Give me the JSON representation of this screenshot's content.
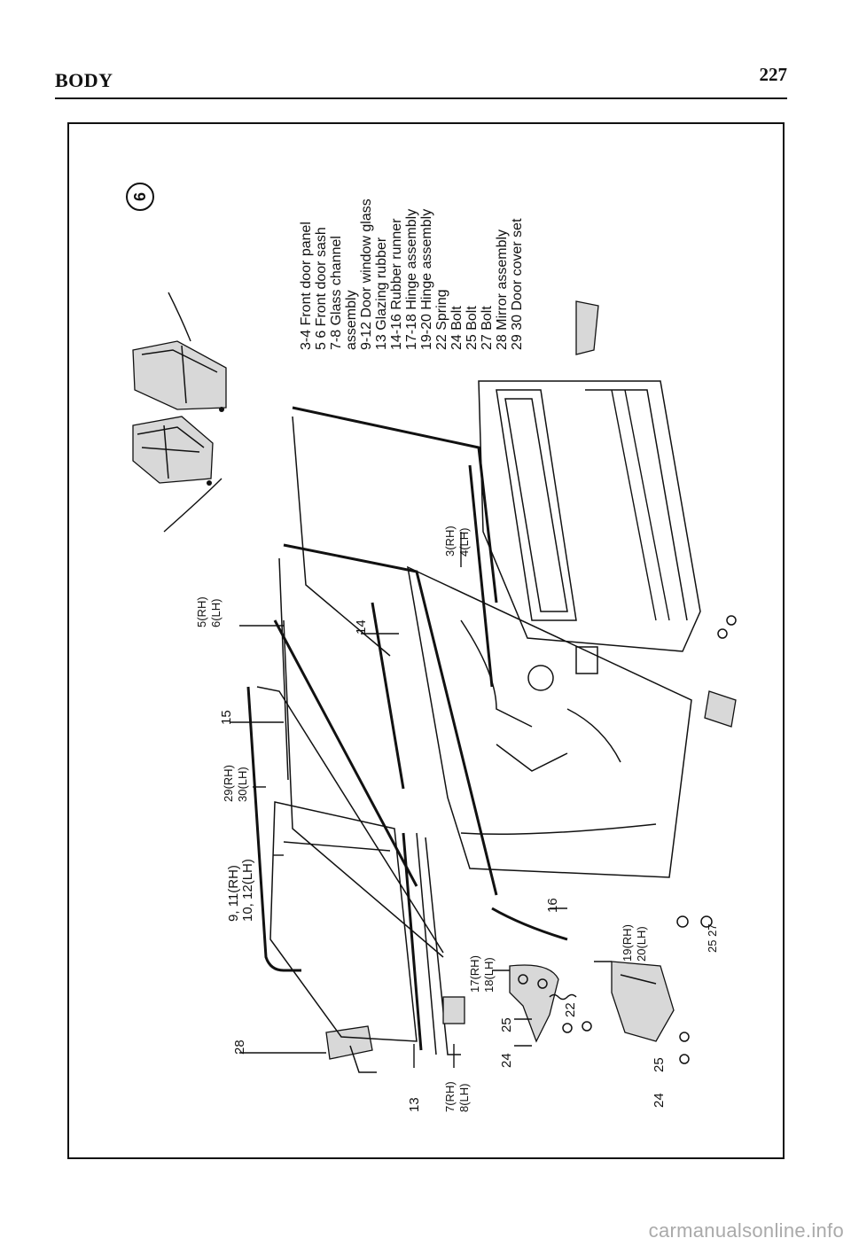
{
  "header": {
    "title": "BODY",
    "page_number": "227"
  },
  "figure": {
    "number": "6",
    "legend": [
      "3-4  Front door panel",
      "5 6  Front door sash",
      "7-8  Glass channel",
      "        assembly",
      "9-12  Door window glass",
      "13  Glazing rubber",
      "14-16  Rubber runner",
      "17-18  Hinge assembly",
      "19-20  Hinge assembly",
      "22  Spring",
      "24  Bolt",
      "25  Bolt",
      "27  Bolt",
      "28  Mirror assembly",
      "29 30  Door cover set"
    ],
    "callouts": {
      "c28": "28",
      "c13": "13",
      "c7": "7(RH)",
      "c8": "8(LH)",
      "c24a": "24",
      "c25a": "25",
      "c17": "17(RH)",
      "c18": "18(LH)",
      "c22": "22",
      "c24b": "24",
      "c25b": "25",
      "c19": "19(RH)",
      "c20": "20(LH)",
      "c2527": "25 27",
      "c16": "16",
      "c9": "9, 11(RH)",
      "c10": "10, 12(LH)",
      "c29": "29(RH)",
      "c30": "30(LH)",
      "c15": "15",
      "c14": "14",
      "c5": "5(RH)",
      "c6": "6(LH)",
      "c3": "3(RH)",
      "c4": "4(LH)"
    }
  },
  "watermark": "carmanualsonline.info"
}
